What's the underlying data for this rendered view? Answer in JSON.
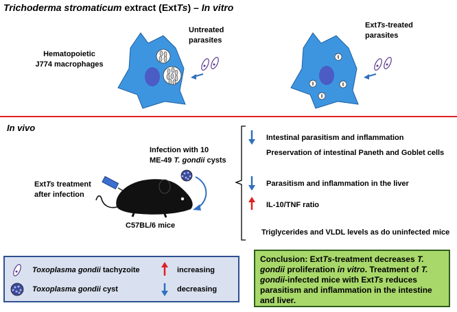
{
  "header": {
    "title_prefix": "Trichoderma stromaticum",
    "title_mid": " extract (Ext",
    "title_ts": "Ts",
    "title_close": ") – ",
    "title_suffix": "In vitro"
  },
  "invitro": {
    "macrophage_line1": "Hematopoietic",
    "macrophage_line2": "J774 macrophages",
    "untreated_line1": "Untreated",
    "untreated_line2": "parasites",
    "treated_prefix": "Ext",
    "treated_ts": "Ts",
    "treated_suffix": "-treated",
    "treated_line2": "parasites"
  },
  "invivo": {
    "title": "In vivo",
    "infection_line1": "Infection with 10",
    "infection_line2_a": "ME-49 ",
    "infection_line2_b": "T. gondii",
    "infection_line2_c": " cysts",
    "treatment_a": "Ext",
    "treatment_b": "Ts",
    "treatment_c": " treatment",
    "treatment_line2": "after infection",
    "mouse_label": "C57BL/6 mice"
  },
  "results": [
    {
      "text": "Intestinal parasitism and inflammation",
      "arrow": "down"
    },
    {
      "text": "Preservation of intestinal Paneth and Goblet cells",
      "arrow": "none"
    },
    {
      "text": "Parasitism and inflammation in the liver",
      "arrow": "down"
    },
    {
      "text": "IL-10/TNF ratio",
      "arrow": "up"
    },
    {
      "text": "Triglycerides and VLDL levels as do uninfected mice",
      "arrow": "none"
    }
  ],
  "legend": {
    "tachyzoite_a": "Toxoplasma gondii",
    "tachyzoite_b": " tachyzoite",
    "cyst_a": "Toxoplasma gondii",
    "cyst_b": " cyst",
    "increasing": "increasing",
    "decreasing": "decreasing"
  },
  "conclusion": {
    "p1": "Conclusion:  Ext",
    "p2": "Ts",
    "p3": "-treatment decreases ",
    "p4": "T. gondii",
    "p5": " proliferation ",
    "p6": "in vitro",
    "p7": ". Treatment of ",
    "p8": "T. gondii",
    "p9": "-infected mice with Ext",
    "p10": "Ts",
    "p11": " reduces parasitism and inflammation in the intestine and liver."
  },
  "colors": {
    "macrophage": "#3d95e0",
    "nucleus": "#4b5cc4",
    "divider": "#e02020",
    "up_arrow": "#e02020",
    "down_arrow": "#2f6fc0",
    "legend_bg": "#d9e1f0",
    "conclusion_bg": "#a8d86a"
  }
}
